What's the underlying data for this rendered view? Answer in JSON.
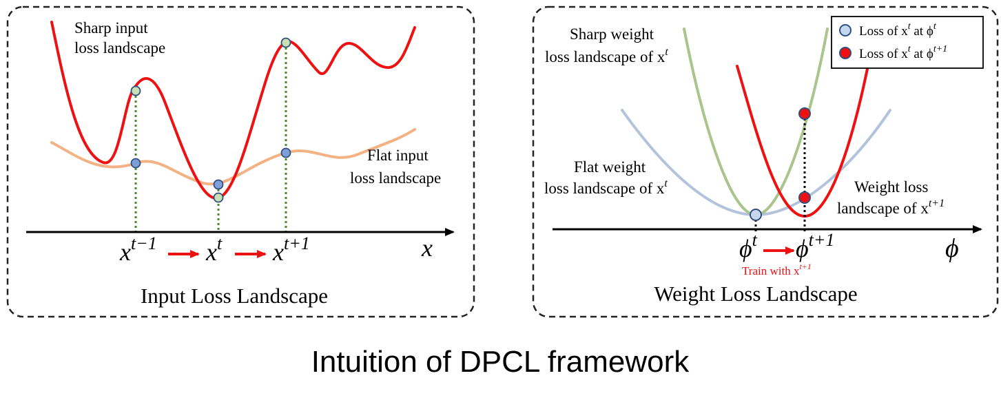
{
  "figure_title": "Intuition of DPCL framework",
  "left_panel": {
    "caption": "Input Loss Landscape",
    "sharp_label": [
      "Sharp input",
      "loss landscape"
    ],
    "flat_label": [
      "Flat input",
      "loss landscape"
    ],
    "axis_label": "x",
    "ticks": [
      {
        "base": "x",
        "sup": "t−1"
      },
      {
        "base": "x",
        "sup": "t"
      },
      {
        "base": "x",
        "sup": "t+1"
      }
    ]
  },
  "right_panel": {
    "caption": "Weight Loss Landscape",
    "sharp_label": [
      "Sharp weight",
      "loss landscape of x"
    ],
    "sharp_label_sup": "t",
    "flat_label": [
      "Flat weight",
      "loss landscape of x"
    ],
    "flat_label_sup": "t",
    "new_label": [
      "Weight loss",
      "landscape of x"
    ],
    "new_label_sup": "t+1",
    "axis_label": "ϕ",
    "ticks": [
      {
        "base": "ϕ",
        "sup": "t"
      },
      {
        "base": "ϕ",
        "sup": "t+1"
      }
    ],
    "train_note": "Train with x",
    "train_note_sup": "t+1",
    "legend": [
      {
        "text": "Loss of x",
        "sup1": "t",
        "mid": " at ϕ",
        "sup2": "t"
      },
      {
        "text": "Loss of x",
        "sup1": "t",
        "mid": " at ϕ",
        "sup2": "t+1"
      }
    ]
  },
  "colors": {
    "sharp_input": "#ee1111",
    "flat_input": "#f4b183",
    "sharp_weight": "#a9c58c",
    "flat_weight": "#b4c3dc",
    "new_weight": "#ee1111",
    "dot_green": "#c8e0b4",
    "dot_blue": "#7f9fd8",
    "dot_light": "#c5d7ef",
    "dot_red": "#ee1111",
    "guide_green": "#4a8a2a",
    "arrow_red": "#ee1111"
  }
}
